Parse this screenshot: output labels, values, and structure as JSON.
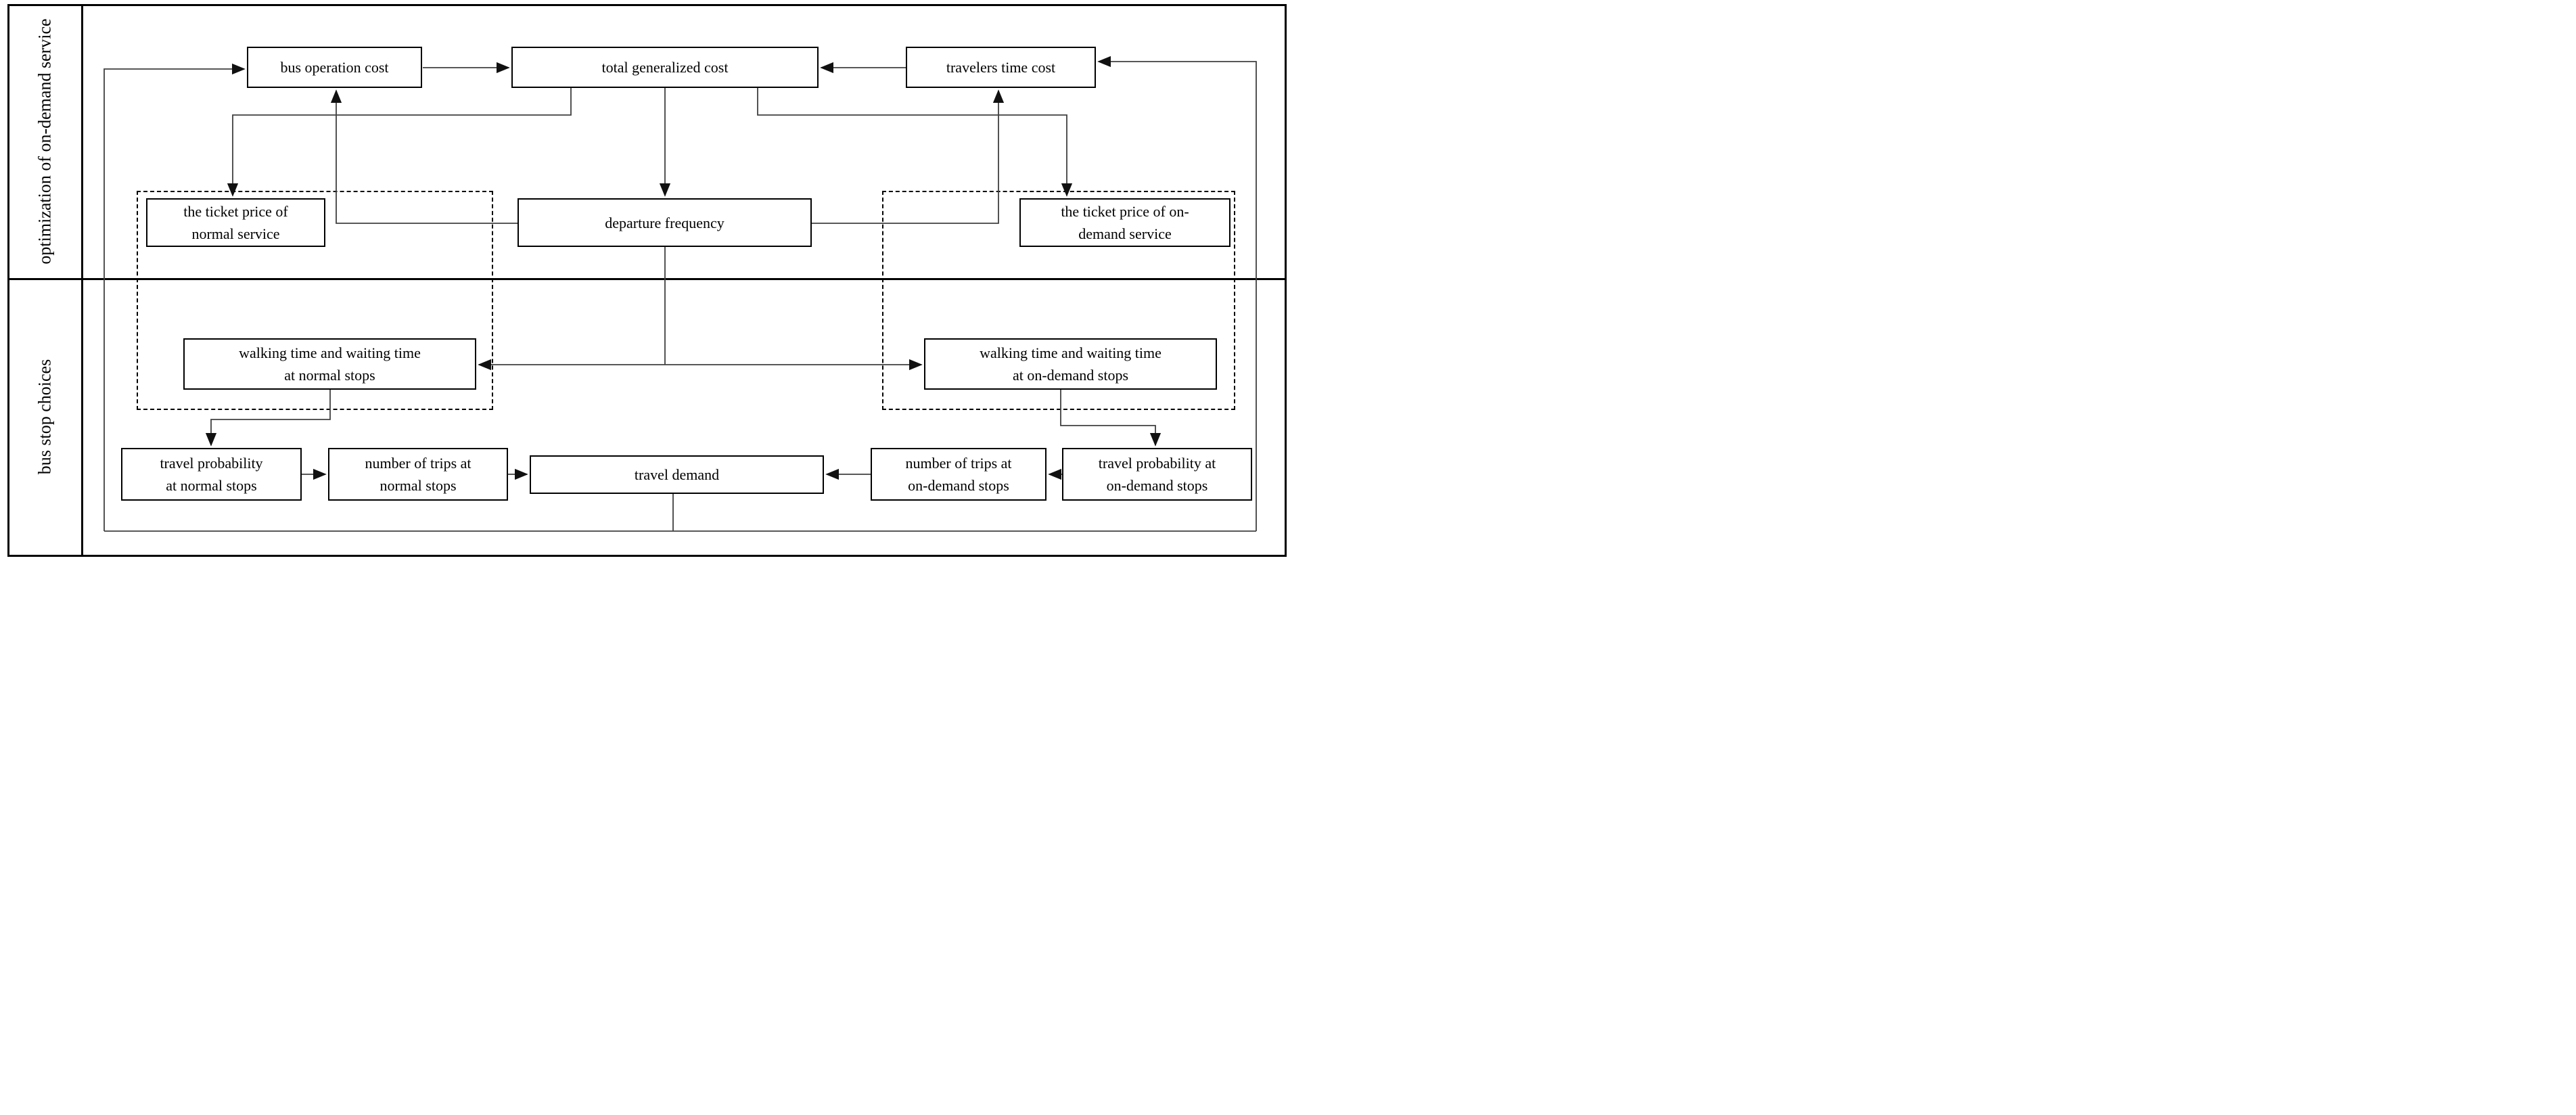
{
  "diagram": {
    "background": "#ffffff",
    "colors": {
      "box_border": "#000000",
      "connector": "#404040",
      "text": "#000000"
    },
    "sections": [
      {
        "id": "optimization-of-on-demand-service",
        "label": "optimization of on-demand service"
      },
      {
        "id": "bus-stop-choices",
        "label": "bus stop choices"
      }
    ],
    "nodes": {
      "bus_operation_cost": {
        "label": "bus operation cost",
        "lines": [
          "bus operation cost"
        ]
      },
      "total_generalized_cost": {
        "label": "total generalized cost",
        "lines": [
          "total generalized cost"
        ]
      },
      "travelers_time_cost": {
        "label": "travelers time cost",
        "lines": [
          "travelers time cost"
        ]
      },
      "ticket_price_normal": {
        "label": "the ticket price of normal service",
        "lines": [
          "the ticket price of",
          "normal service"
        ]
      },
      "departure_frequency": {
        "label": "departure frequency",
        "lines": [
          "departure frequency"
        ]
      },
      "ticket_price_on_demand": {
        "label": "the ticket price of on-demand service",
        "lines": [
          "the ticket price of on-",
          "demand service"
        ]
      },
      "walking_waiting_normal": {
        "label": "walking time and waiting time at normal stops",
        "lines": [
          "walking time and waiting time",
          "at normal stops"
        ]
      },
      "walking_waiting_on_demand": {
        "label": "walking time and waiting time at on-demand stops",
        "lines": [
          "walking time and waiting time",
          "at on-demand stops"
        ]
      },
      "travel_probability_normal": {
        "label": "travel probability at normal stops",
        "lines": [
          "travel probability",
          "at normal stops"
        ]
      },
      "trips_normal": {
        "label": "number of trips at normal stops",
        "lines": [
          "number of trips at",
          "normal stops"
        ]
      },
      "travel_demand": {
        "label": "travel demand",
        "lines": [
          "travel demand"
        ]
      },
      "trips_on_demand": {
        "label": "number of trips at on-demand stops",
        "lines": [
          "number of trips at",
          "on-demand stops"
        ]
      },
      "travel_probability_on_demand": {
        "label": "travel probability at on-demand stops",
        "lines": [
          "travel probability at",
          "on-demand stops"
        ]
      }
    },
    "edges": [
      {
        "from": "bus operation cost",
        "to": "total generalized cost"
      },
      {
        "from": "travelers time cost",
        "to": "total generalized cost"
      },
      {
        "from": "total generalized cost",
        "to": "departure frequency"
      },
      {
        "from": "total generalized cost",
        "to": "the ticket price of normal service"
      },
      {
        "from": "total generalized cost",
        "to": "the ticket price of on-demand service"
      },
      {
        "from": "departure frequency",
        "to": "bus operation cost"
      },
      {
        "from": "departure frequency",
        "to": "travelers time cost"
      },
      {
        "from": "departure frequency",
        "to": "walking time and waiting time at normal stops"
      },
      {
        "from": "departure frequency",
        "to": "walking time and waiting time at on-demand stops"
      },
      {
        "from": "walking time and waiting time at normal stops",
        "to": "travel probability at normal stops"
      },
      {
        "from": "walking time and waiting time at on-demand stops",
        "to": "travel probability at on-demand stops"
      },
      {
        "from": "travel probability at normal stops",
        "to": "number of trips at normal stops"
      },
      {
        "from": "number of trips at normal stops",
        "to": "travel demand"
      },
      {
        "from": "travel probability at on-demand stops",
        "to": "number of trips at on-demand stops"
      },
      {
        "from": "number of trips at on-demand stops",
        "to": "travel demand"
      },
      {
        "from": "travel demand",
        "to": "bus operation cost"
      },
      {
        "from": "travel demand",
        "to": "travelers time cost"
      }
    ]
  }
}
